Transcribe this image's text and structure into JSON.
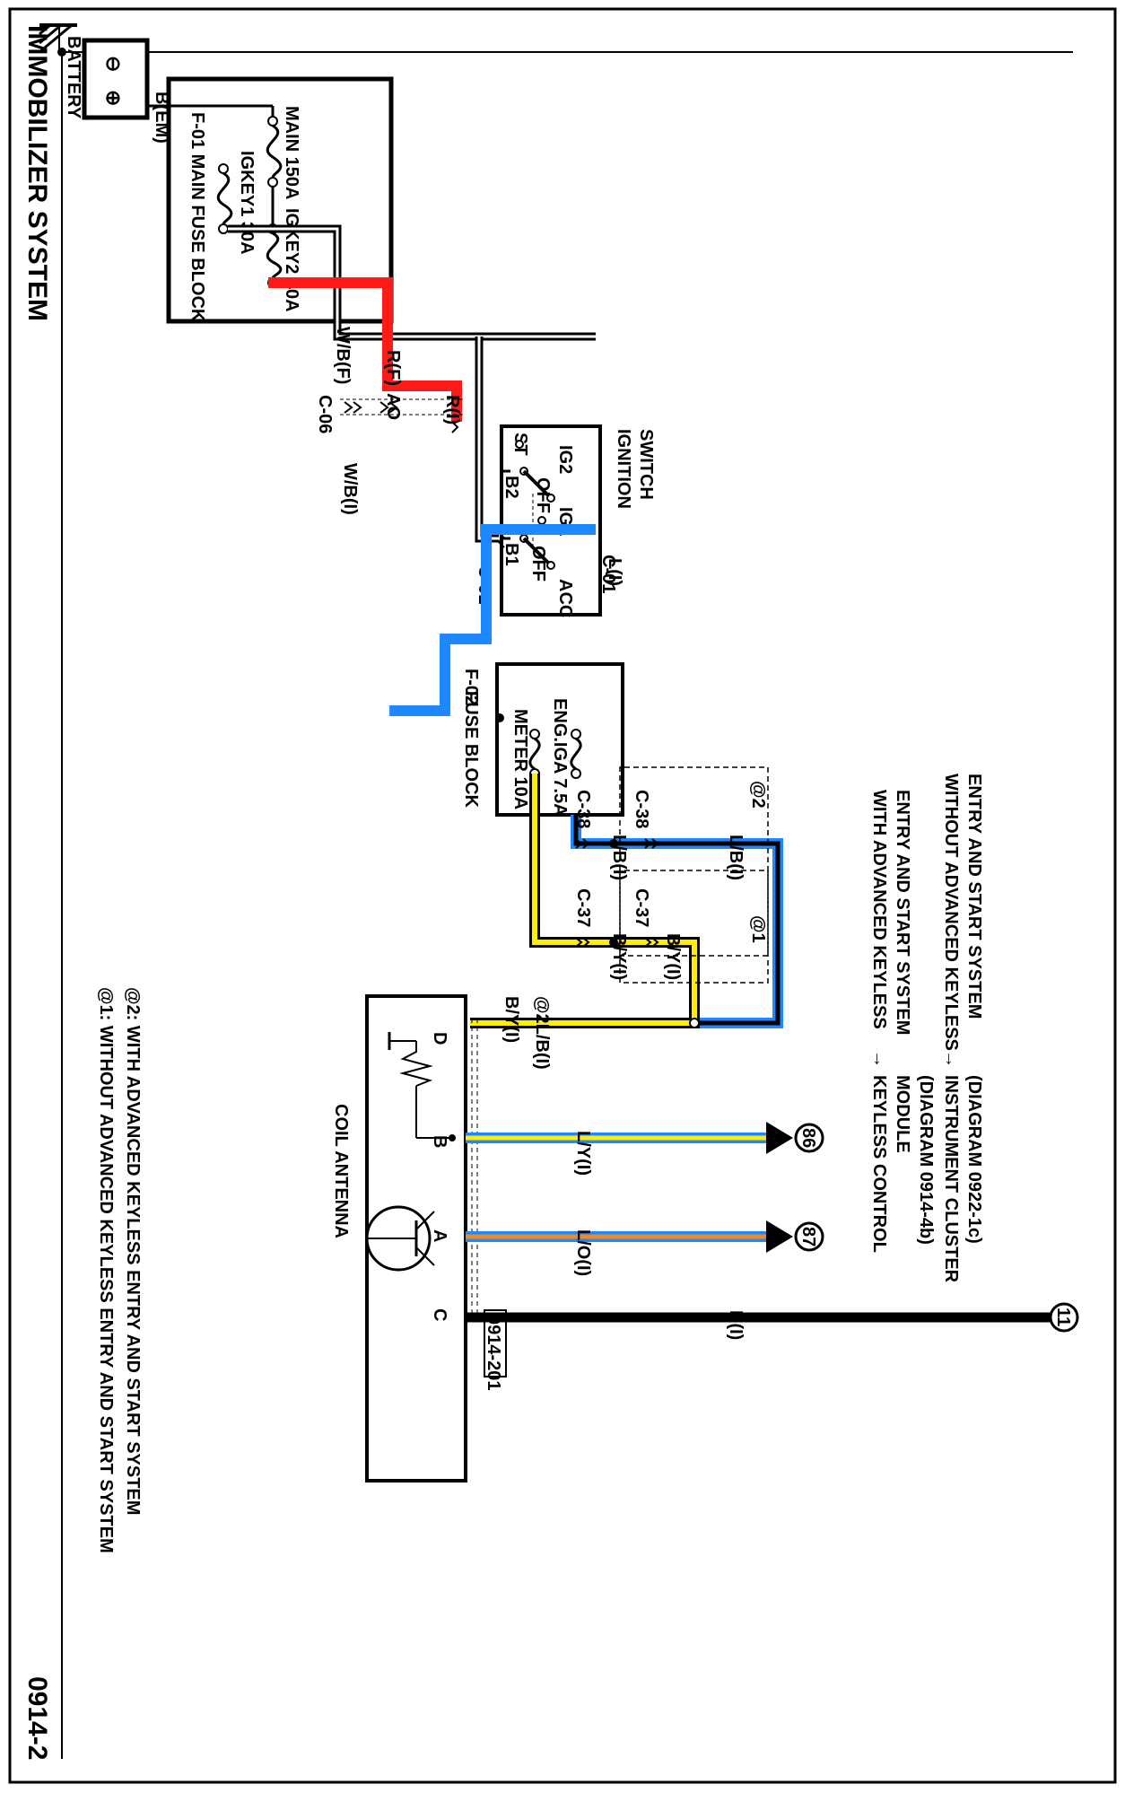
{
  "diagram": {
    "title": "IMMOBILIZER SYSTEM",
    "page_number": "0914-2",
    "legend": {
      "line1": "@1: WITHOUT ADVANCED KEYLESS ENTRY AND START SYSTEM",
      "line2": "@2: WITH ADVANCED KEYLESS ENTRY AND START SYSTEM"
    },
    "battery": {
      "label": "BATTERY",
      "minus": "⊖",
      "plus": "⊕",
      "terminal": "B(EM)"
    },
    "main_fuse_block": {
      "label": "F-01  MAIN FUSE BLOCK",
      "fuse_igkey1": "IGKEY1 30A",
      "fuse_main": "MAIN 150A",
      "fuse_igkey2": "IGKEY2 40A"
    },
    "wires": {
      "wb_f": "W/B(F)",
      "r_f": "R(F)",
      "ao": "AO",
      "c06": "C-06",
      "r_i": "R(I)",
      "wb_i": "W/B(I)",
      "l_i": "L(I)",
      "lb_i_top": "L/B(I)",
      "lb_i_bot": "L/B(I)",
      "by_i_top": "B/Y(I)",
      "by_i_bot": "B/Y(I)",
      "by_d": "B/Y(I)",
      "at2_lb": "@2L/B(I)",
      "ly_i": "L/Y(I)",
      "lo_i": "L/O(I)",
      "b_i": "B(I)"
    },
    "ignition_switch": {
      "label1": "IGNITION",
      "label2": "SWITCH",
      "st": "ST",
      "ig2": "IG2",
      "off_b2": "OFF",
      "b2": "B2",
      "ig1": "IG1",
      "b1": "B1",
      "off_b1": "OFF",
      "acc": "ACC",
      "c01_top": "C-01",
      "c01_left": "C-01"
    },
    "fuse_block_f02": {
      "label1": "F-02",
      "label2": "FUSE BLOCK",
      "fuse_meter": "METER 10A",
      "fuse_eng": "ENG.IGA 7.5A"
    },
    "connectors": {
      "c38_top": "C-38",
      "c38_bot": "C-38",
      "c37_top": "C-37",
      "c37_bot": "C-37",
      "at2": "@2",
      "at1": "@1"
    },
    "coil_antenna": {
      "label": "COIL ANTENNA",
      "pin_d": "D",
      "pin_b": "B",
      "pin_a": "A",
      "pin_c": "C",
      "ref": "0914-201"
    },
    "keyless_module": {
      "with_line1": "WITH ADVANCED KEYLESS",
      "with_line2": "ENTRY AND START SYSTEM",
      "arrow1": "→",
      "target1_line1": "KEYLESS CONTROL",
      "target1_line2": "MODULE",
      "target1_line3": "(DIAGRAM 0914-4b)",
      "without_line1": "WITHOUT ADVANCED KEYLESS",
      "without_line2": "ENTRY AND START SYSTEM",
      "arrow2": "→",
      "target2_line1": "INSTRUMENT CLUSTER",
      "target2_line2": "(DIAGRAM 0922-1c)"
    },
    "connectors_ref": {
      "n86": "86",
      "n87": "87",
      "ground_ref": "11"
    },
    "colors": {
      "black": "#000000",
      "red": "#ff1a1a",
      "blue": "#1e88ff",
      "yellow": "#ffee00",
      "orange": "#f08a24",
      "white": "#ffffff"
    }
  }
}
